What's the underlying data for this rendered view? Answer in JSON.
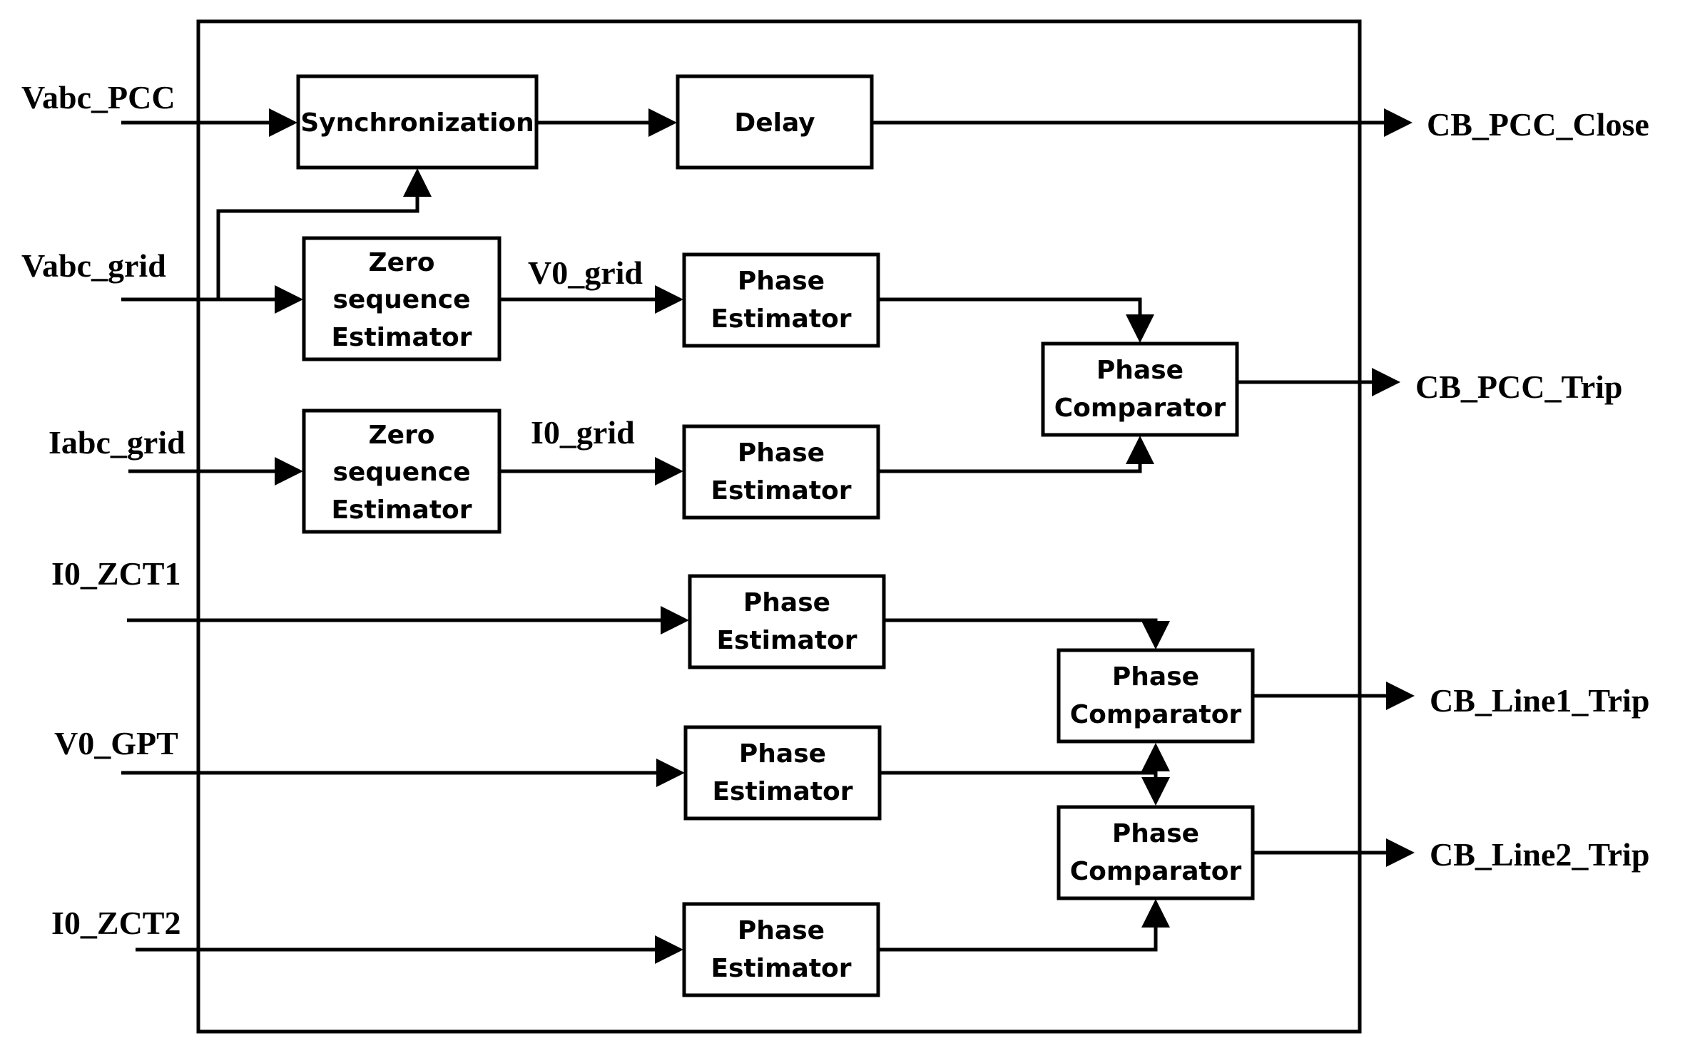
{
  "blocks": {
    "sync": "Synchronization",
    "delay": "Delay",
    "zse_v": [
      "Zero",
      "sequence",
      "Estimator"
    ],
    "zse_i": [
      "Zero",
      "sequence",
      "Estimator"
    ],
    "pe_v0grid": [
      "Phase",
      "Estimator"
    ],
    "pe_i0grid": [
      "Phase",
      "Estimator"
    ],
    "pe_zct1": [
      "Phase",
      "Estimator"
    ],
    "pe_gpt": [
      "Phase",
      "Estimator"
    ],
    "pe_zct2": [
      "Phase",
      "Estimator"
    ],
    "pc_pcc": [
      "Phase",
      "Comparator"
    ],
    "pc_line1": [
      "Phase",
      "Comparator"
    ],
    "pc_line2": [
      "Phase",
      "Comparator"
    ]
  },
  "inputs": {
    "vabc_pcc": "Vabc_PCC",
    "vabc_grid": "Vabc_grid",
    "iabc_grid": "Iabc_grid",
    "i0_zct1": "I0_ZCT1",
    "v0_gpt": "V0_GPT",
    "i0_zct2": "I0_ZCT2"
  },
  "internal": {
    "v0_grid": "V0_grid",
    "i0_grid": "I0_grid"
  },
  "outputs": {
    "cb_pcc_close": "CB_PCC_Close",
    "cb_pcc_trip": "CB_PCC_Trip",
    "cb_line1_trip": "CB_Line1_Trip",
    "cb_line2_trip": "CB_Line2_Trip"
  }
}
